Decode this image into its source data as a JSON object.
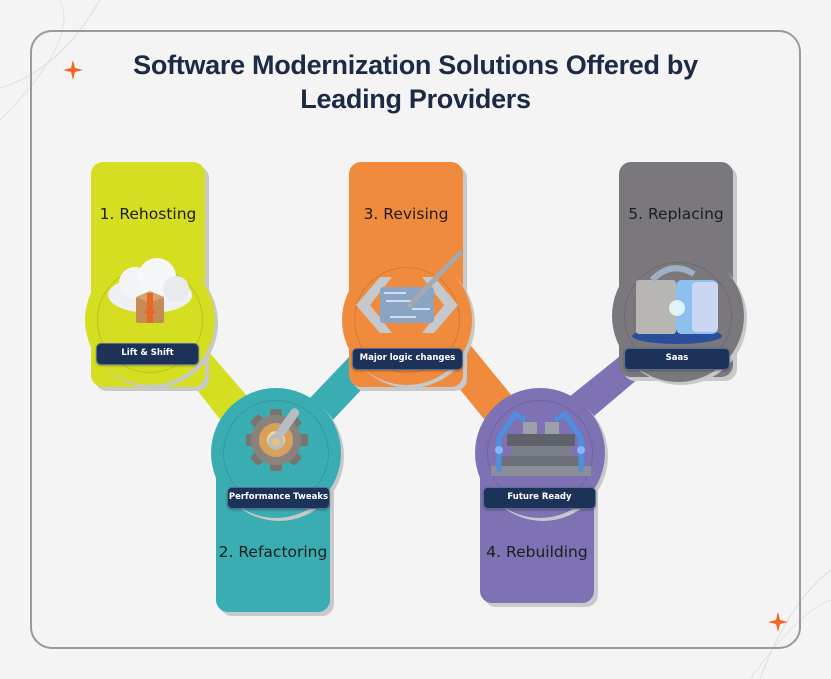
{
  "title": {
    "line1": "Software Modernization Solutions Offered by",
    "line2": "Leading Providers"
  },
  "steps": [
    {
      "number": 1,
      "label": "1. Rehosting",
      "badge": "Lift & Shift",
      "icon": "cloud-box-icon",
      "color": "#d6de22"
    },
    {
      "number": 2,
      "label": "2. Refactoring",
      "badge": "Performance Tweaks",
      "icon": "gear-wrench-icon",
      "color": "#3aadb3"
    },
    {
      "number": 3,
      "label": "3. Revising",
      "badge": "Major logic changes",
      "icon": "code-pen-icon",
      "color": "#f08a3c"
    },
    {
      "number": 4,
      "label": "4. Rebuilding",
      "badge": "Future Ready",
      "icon": "robot-build-icon",
      "color": "#7e72b4"
    },
    {
      "number": 5,
      "label": "5. Replacing",
      "badge": "Saas",
      "icon": "server-swap-icon",
      "color": "#7a787d"
    }
  ],
  "colors": {
    "background": "#f4f4f4",
    "frame": "#9a9a9a",
    "title": "#1c2a45",
    "badge": "#1d3258",
    "sparkle": "#f26522"
  }
}
